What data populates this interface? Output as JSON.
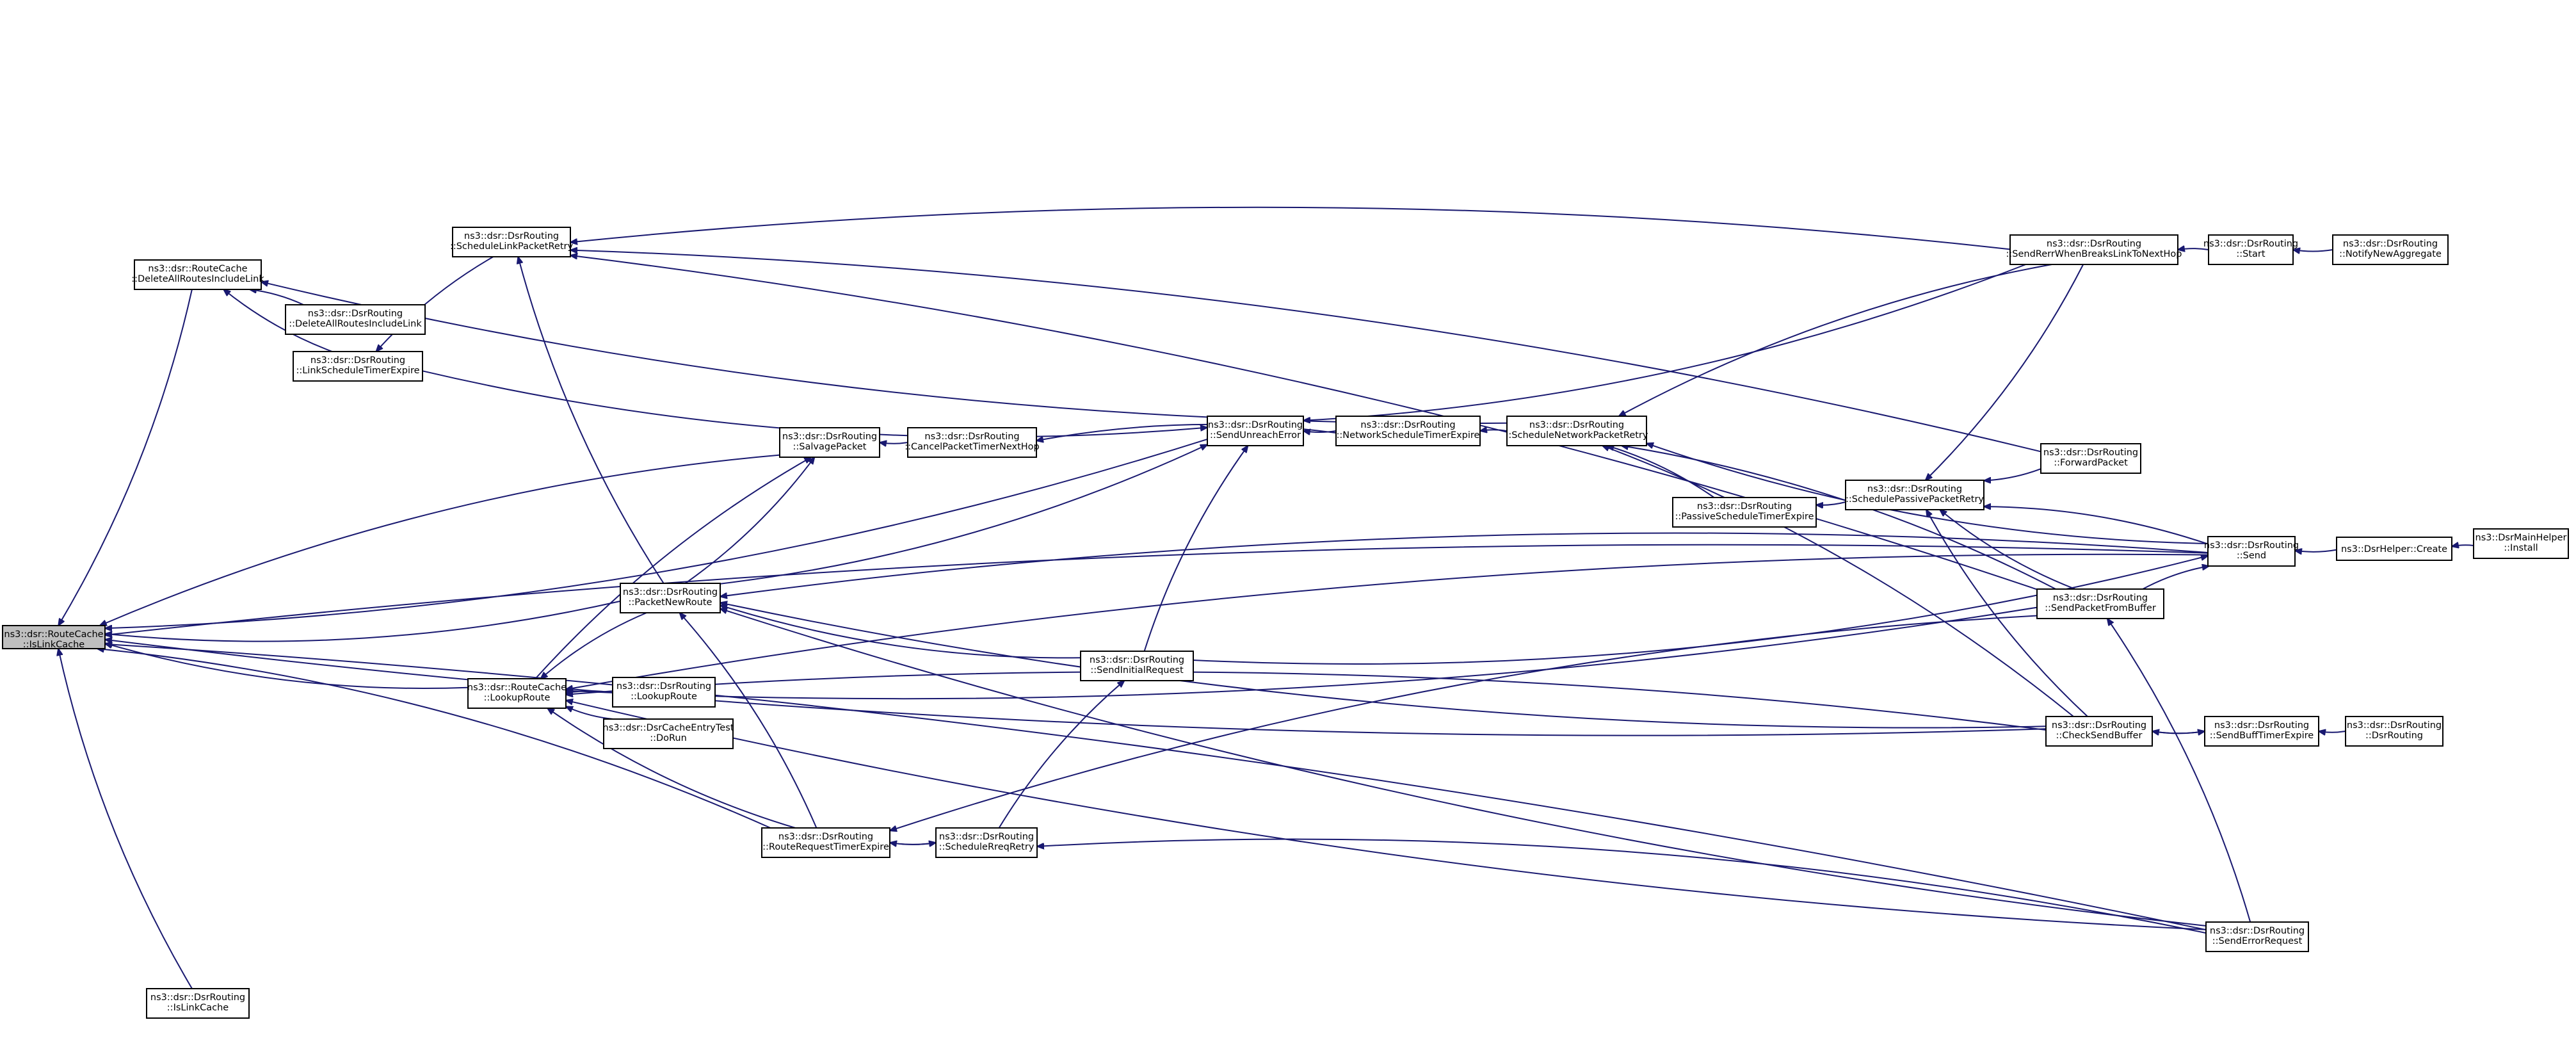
{
  "graph": {
    "colors": {
      "edge": "#191970",
      "root_fill": "#bfbfbf",
      "node_fill": "#ffffff",
      "node_border": "#000000"
    },
    "nodes": [
      {
        "id": "isLinkCacheRoot",
        "line1": "ns3::dsr::RouteCache",
        "line2": "::IsLinkCache",
        "root": true
      },
      {
        "id": "delAllRC",
        "line1": "ns3::dsr::RouteCache",
        "line2": "::DeleteAllRoutesIncludeLink"
      },
      {
        "id": "delAllDR",
        "line1": "ns3::dsr::DsrRouting",
        "line2": "::DeleteAllRoutesIncludeLink"
      },
      {
        "id": "linkSched",
        "line1": "ns3::dsr::DsrRouting",
        "line2": "::LinkScheduleTimerExpire"
      },
      {
        "id": "schedLink",
        "line1": "ns3::dsr::DsrRouting",
        "line2": "::ScheduleLinkPacketRetry"
      },
      {
        "id": "salvage",
        "line1": "ns3::dsr::DsrRouting",
        "line2": "::SalvagePacket"
      },
      {
        "id": "cancelTimer",
        "line1": "ns3::dsr::DsrRouting",
        "line2": "::CancelPacketTimerNextHop"
      },
      {
        "id": "sendUnreach",
        "line1": "ns3::dsr::DsrRouting",
        "line2": "::SendUnreachError"
      },
      {
        "id": "netSched",
        "line1": "ns3::dsr::DsrRouting",
        "line2": "::NetworkScheduleTimerExpire"
      },
      {
        "id": "schedNet",
        "line1": "ns3::dsr::DsrRouting",
        "line2": "::ScheduleNetworkPacketRetry"
      },
      {
        "id": "passiveSched",
        "line1": "ns3::dsr::DsrRouting",
        "line2": "::PassiveScheduleTimerExpire"
      },
      {
        "id": "schedPassive",
        "line1": "ns3::dsr::DsrRouting",
        "line2": "::SchedulePassivePacketRetry"
      },
      {
        "id": "sendRerr",
        "line1": "ns3::dsr::DsrRouting",
        "line2": "::SendRerrWhenBreaksLinkToNextHop"
      },
      {
        "id": "start",
        "line1": "ns3::dsr::DsrRouting",
        "line2": "::Start"
      },
      {
        "id": "notify",
        "line1": "ns3::dsr::DsrRouting",
        "line2": "::NotifyNewAggregate"
      },
      {
        "id": "forward",
        "line1": "ns3::dsr::DsrRouting",
        "line2": "::ForwardPacket"
      },
      {
        "id": "send",
        "line1": "ns3::dsr::DsrRouting",
        "line2": "::Send"
      },
      {
        "id": "helperCreate",
        "line1": "ns3::DsrHelper::Create",
        "line2": ""
      },
      {
        "id": "mainInstall",
        "line1": "ns3::DsrMainHelper",
        "line2": "::Install"
      },
      {
        "id": "packetNew",
        "line1": "ns3::dsr::DsrRouting",
        "line2": "::PacketNewRoute"
      },
      {
        "id": "lookupRC",
        "line1": "ns3::dsr::RouteCache",
        "line2": "::LookupRoute"
      },
      {
        "id": "lookupDR",
        "line1": "ns3::dsr::DsrRouting",
        "line2": "::LookupRoute"
      },
      {
        "id": "cacheTest",
        "line1": "ns3::dsr::DsrCacheEntryTest",
        "line2": "::DoRun"
      },
      {
        "id": "sendInit",
        "line1": "ns3::dsr::DsrRouting",
        "line2": "::SendInitialRequest"
      },
      {
        "id": "sendFromBuf",
        "line1": "ns3::dsr::DsrRouting",
        "line2": "::SendPacketFromBuffer"
      },
      {
        "id": "checkSend",
        "line1": "ns3::dsr::DsrRouting",
        "line2": "::CheckSendBuffer"
      },
      {
        "id": "sendBuff",
        "line1": "ns3::dsr::DsrRouting",
        "line2": "::SendBuffTimerExpire"
      },
      {
        "id": "ctor",
        "line1": "ns3::dsr::DsrRouting",
        "line2": "::DsrRouting"
      },
      {
        "id": "routeReq",
        "line1": "ns3::dsr::DsrRouting",
        "line2": "::RouteRequestTimerExpire"
      },
      {
        "id": "schedReq",
        "line1": "ns3::dsr::DsrRouting",
        "line2": "::ScheduleRreqRetry"
      },
      {
        "id": "sendErrReq",
        "line1": "ns3::dsr::DsrRouting",
        "line2": "::SendErrorRequest"
      },
      {
        "id": "isLinkDR",
        "line1": "ns3::dsr::DsrRouting",
        "line2": "::IsLinkCache"
      }
    ],
    "edges": [
      [
        "delAllRC",
        "isLinkCacheRoot"
      ],
      [
        "delAllDR",
        "delAllRC"
      ],
      [
        "linkSched",
        "delAllRC"
      ],
      [
        "schedLink",
        "linkSched"
      ],
      [
        "packetNew",
        "schedLink"
      ],
      [
        "sendRerr",
        "schedLink"
      ],
      [
        "schedNet",
        "delAllRC"
      ],
      [
        "salvage",
        "isLinkCacheRoot"
      ],
      [
        "lookupRC",
        "salvage"
      ],
      [
        "packetNew",
        "salvage"
      ],
      [
        "cancelTimer",
        "salvage"
      ],
      [
        "netSched",
        "cancelTimer"
      ],
      [
        "sendUnreach",
        "isLinkCacheRoot"
      ],
      [
        "packetNew",
        "sendUnreach"
      ],
      [
        "sendInit",
        "sendUnreach"
      ],
      [
        "linkSched",
        "sendUnreach"
      ],
      [
        "netSched",
        "sendUnreach"
      ],
      [
        "schedNet",
        "netSched"
      ],
      [
        "sendRerr",
        "sendUnreach"
      ],
      [
        "passiveSched",
        "schedNet"
      ],
      [
        "schedPassive",
        "passiveSched"
      ],
      [
        "sendRerr",
        "schedNet"
      ],
      [
        "sendRerr",
        "schedPassive"
      ],
      [
        "start",
        "sendRerr"
      ],
      [
        "notify",
        "start"
      ],
      [
        "forward",
        "schedLink"
      ],
      [
        "forward",
        "schedPassive"
      ],
      [
        "send",
        "schedPassive"
      ],
      [
        "send",
        "schedNet"
      ],
      [
        "send",
        "isLinkCacheRoot"
      ],
      [
        "helperCreate",
        "send"
      ],
      [
        "mainInstall",
        "helperCreate"
      ],
      [
        "packetNew",
        "isLinkCacheRoot"
      ],
      [
        "send",
        "packetNew"
      ],
      [
        "sendFromBuf",
        "send"
      ],
      [
        "sendFromBuf",
        "schedNet"
      ],
      [
        "sendFromBuf",
        "schedPassive"
      ],
      [
        "sendFromBuf",
        "schedLink"
      ],
      [
        "lookupRC",
        "isLinkCacheRoot"
      ],
      [
        "lookupDR",
        "lookupRC"
      ],
      [
        "cacheTest",
        "lookupRC"
      ],
      [
        "packetNew",
        "lookupRC"
      ],
      [
        "sendInit",
        "packetNew"
      ],
      [
        "sendInit",
        "send"
      ],
      [
        "checkSend",
        "packetNew"
      ],
      [
        "checkSend",
        "lookupRC"
      ],
      [
        "checkSend",
        "schedPassive"
      ],
      [
        "checkSend",
        "schedNet"
      ],
      [
        "sendBuff",
        "checkSend"
      ],
      [
        "checkSend",
        "sendBuff"
      ],
      [
        "ctor",
        "sendBuff"
      ],
      [
        "routeReq",
        "packetNew"
      ],
      [
        "routeReq",
        "lookupRC"
      ],
      [
        "routeReq",
        "isLinkCacheRoot"
      ],
      [
        "schedReq",
        "routeReq"
      ],
      [
        "routeReq",
        "schedReq"
      ],
      [
        "schedReq",
        "sendInit"
      ],
      [
        "sendFromBuf",
        "routeReq"
      ],
      [
        "sendFromBuf",
        "lookupRC"
      ],
      [
        "sendErrReq",
        "sendFromBuf"
      ],
      [
        "sendErrReq",
        "packetNew"
      ],
      [
        "sendErrReq",
        "schedReq"
      ],
      [
        "sendErrReq",
        "lookupRC"
      ],
      [
        "sendErrReq",
        "isLinkCacheRoot"
      ],
      [
        "checkSend",
        "isLinkCacheRoot"
      ],
      [
        "send",
        "lookupRC"
      ],
      [
        "isLinkDR",
        "isLinkCacheRoot"
      ]
    ]
  }
}
